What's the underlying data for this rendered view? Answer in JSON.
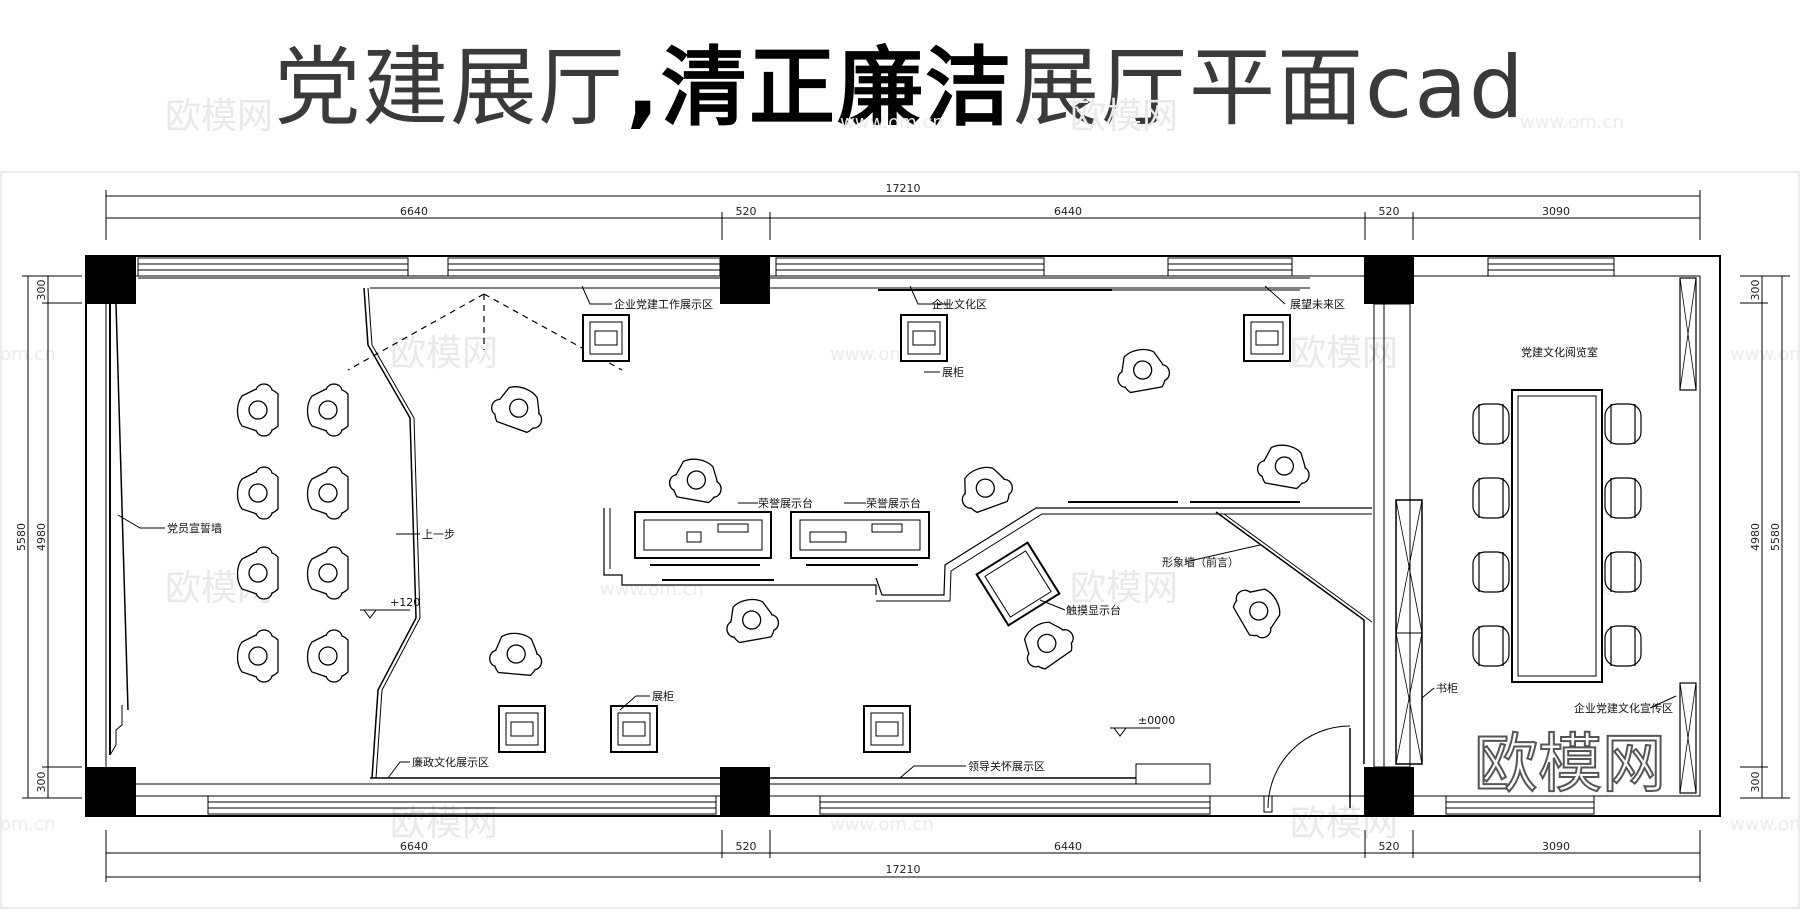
{
  "title": {
    "part1": "党建展厅",
    "comma": ",",
    "part2": "清正廉洁",
    "part3": "展厅平面cad"
  },
  "dimensions": {
    "total": "17210",
    "segments": [
      "6640",
      "520",
      "6440",
      "520",
      "3090"
    ],
    "left_side": [
      "300",
      "4980",
      "300"
    ],
    "left_total": "5580",
    "right_side": [
      "300",
      "4980",
      "300"
    ],
    "right_total": "5580"
  },
  "labels": {
    "party_work_zone": "企业党建工作展示区",
    "culture_zone": "企业文化区",
    "future_zone": "展望未来区",
    "cabinet_top": "展柜",
    "oath_wall": "党员宣誓墙",
    "step_up": "上一步",
    "elevation_120": "+120",
    "honor_table_1": "荣誉展示台",
    "honor_table_2": "荣誉展示台",
    "image_wall": "形象墙（前言）",
    "touch_display": "触摸显示台",
    "cabinet_bottom": "展柜",
    "elevation_zero": "±0000",
    "integrity_zone": "廉政文化展示区",
    "leaders_zone": "领导关怀展示区",
    "reading_room": "党建文化阅览室",
    "bookcase": "书柜",
    "promo_zone": "企业党建文化宣传区"
  },
  "watermark": {
    "text": "欧模网",
    "url": "www.om.cn",
    "url_short": "om.cn"
  }
}
